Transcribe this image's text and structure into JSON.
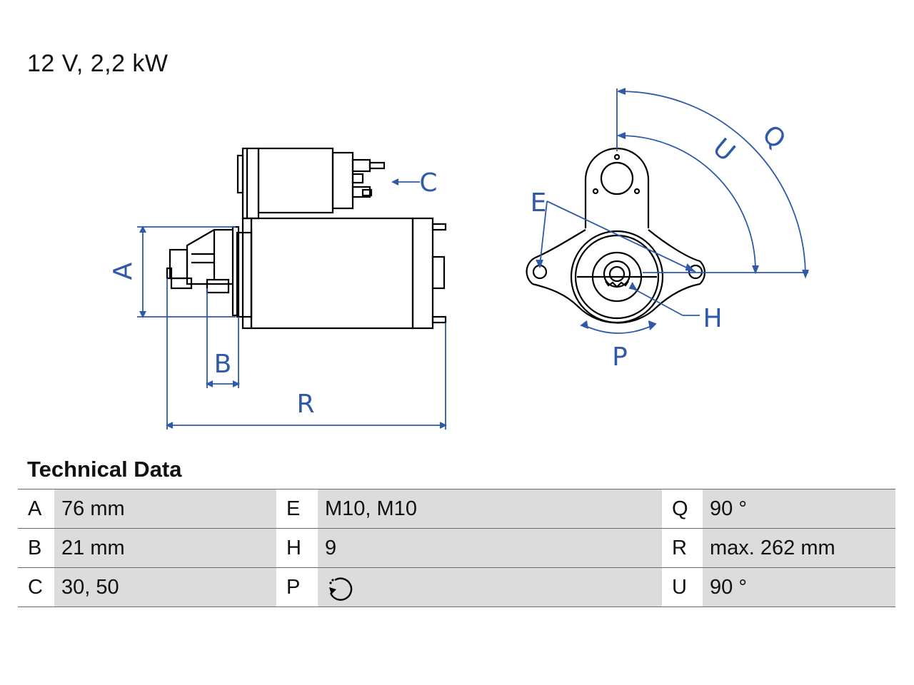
{
  "header": {
    "title": "12 V, 2,2 kW"
  },
  "drawing": {
    "labels": {
      "A": "A",
      "B": "B",
      "C": "C",
      "R": "R",
      "E": "E",
      "H": "H",
      "P": "P",
      "Q": "Q",
      "U": "U"
    },
    "colors": {
      "line": "#000000",
      "dimension": "#2f5aa8"
    }
  },
  "technical_data": {
    "title": "Technical Data",
    "rows": [
      [
        {
          "key": "A",
          "value": "76 mm"
        },
        {
          "key": "E",
          "value": "M10, M10"
        },
        {
          "key": "Q",
          "value": "90 °"
        }
      ],
      [
        {
          "key": "B",
          "value": "21 mm"
        },
        {
          "key": "H",
          "value": "9"
        },
        {
          "key": "R",
          "value": "max. 262 mm"
        }
      ],
      [
        {
          "key": "C",
          "value": "30, 50"
        },
        {
          "key": "P",
          "value": "",
          "icon": "rotation-direction-icon"
        },
        {
          "key": "U",
          "value": "90 °"
        }
      ]
    ]
  }
}
